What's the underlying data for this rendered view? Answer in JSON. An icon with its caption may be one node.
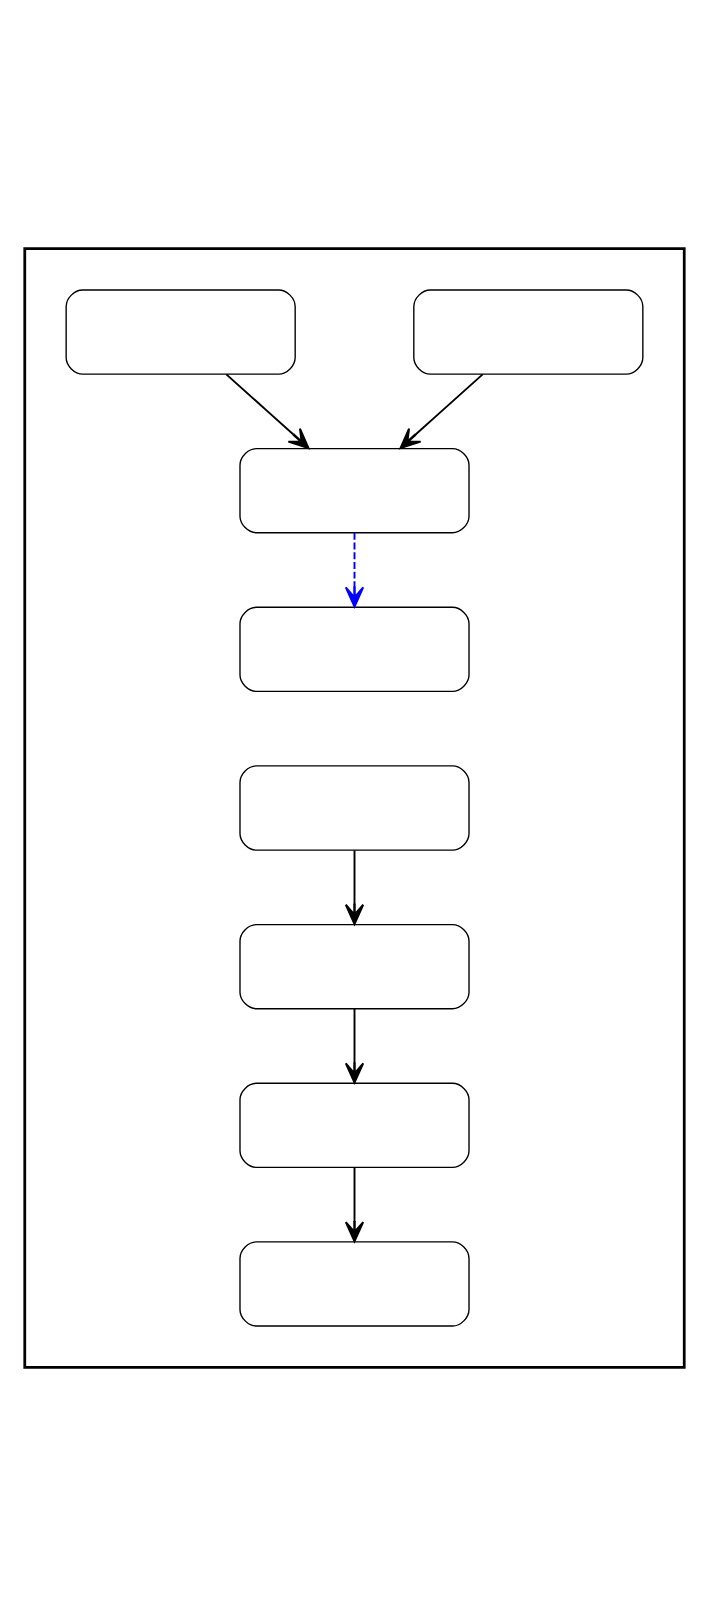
{
  "diagram": {
    "nodes": [
      {
        "text": [],
        "shape": "box"
      },
      {
        "text": [],
        "shape": "stadium",
        "in": 0
      },
      {
        "text": [],
        "shape": "stadium",
        "in": 0
      },
      {
        "text": [],
        "shape": "stadium",
        "in": 0
      },
      {
        "text": [],
        "shape": "stadium",
        "in": 0
      },
      {
        "text": [],
        "shape": "stadium",
        "in": 0
      },
      {
        "text": [],
        "shape": "stadium",
        "in": 0
      },
      {
        "text": [],
        "shape": "stadium",
        "in": 0
      },
      {
        "text": [],
        "shape": "stadium",
        "in": 0
      }
    ],
    "edges": [
      {
        "from": 1,
        "to": 3,
        "arrow": "to"
      },
      {
        "from": 2,
        "to": 3,
        "arrow": "to"
      },
      {
        "from": 3,
        "to": 4,
        "arrow": "to",
        "style": "dashed",
        "color": "#0000ff"
      },
      {
        "from": 5,
        "to": 6,
        "arrow": "to"
      },
      {
        "from": 6,
        "to": 7,
        "arrow": "to"
      },
      {
        "from": 7,
        "to": 8,
        "arrow": "to"
      }
    ]
  }
}
